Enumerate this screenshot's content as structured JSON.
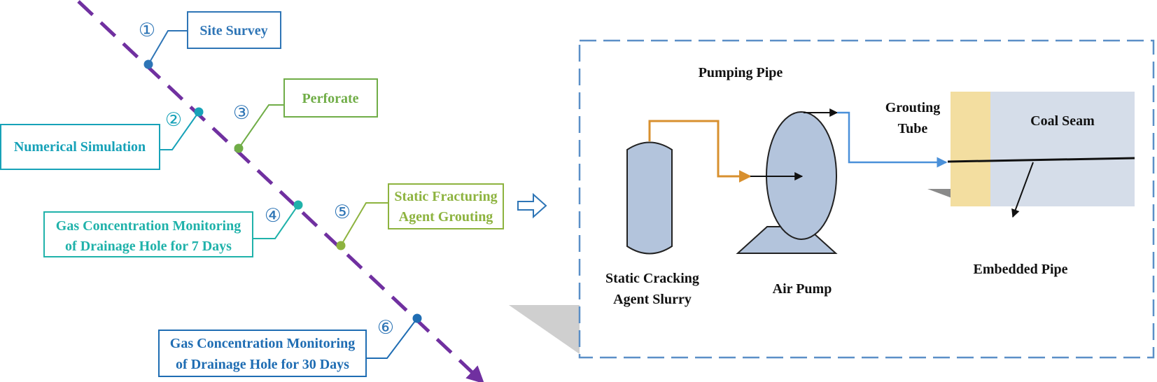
{
  "colors": {
    "timeline": "#7030a0",
    "blue_dark": "#2e75b6",
    "teal": "#17a2b8",
    "green": "#70ad47",
    "seafoam": "#20b2aa",
    "olive": "#8db33f",
    "navy": "#1f6db3",
    "equipment": "#b3c4dc",
    "coal": "#d5dde9",
    "sand": "#f3dea0",
    "pump_pipe": "#d8902f",
    "grout_pipe": "#4a90d9",
    "frame": "#5b8fc7"
  },
  "steps": [
    {
      "num": "①",
      "lines": [
        "Site Survey"
      ]
    },
    {
      "num": "②",
      "lines": [
        "Numerical Simulation"
      ]
    },
    {
      "num": "③",
      "lines": [
        "Perforate"
      ]
    },
    {
      "num": "④",
      "lines": [
        "Gas Concentration Monitoring",
        "of Drainage Hole for 7 Days"
      ]
    },
    {
      "num": "⑤",
      "lines": [
        "Static Fracturing",
        "Agent Grouting"
      ]
    },
    {
      "num": "⑥",
      "lines": [
        "Gas Concentration Monitoring",
        "of Drainage Hole for 30 Days"
      ]
    }
  ],
  "arrow_icon": "hollow-right-arrow-icon",
  "diagram": {
    "pumping_pipe": "Pumping Pipe",
    "grouting_tube": [
      "Grouting",
      "Tube"
    ],
    "coal_seam": "Coal Seam",
    "slurry": [
      "Static Cracking",
      "Agent Slurry"
    ],
    "air_pump": "Air Pump",
    "embedded_pipe": "Embedded Pipe"
  }
}
